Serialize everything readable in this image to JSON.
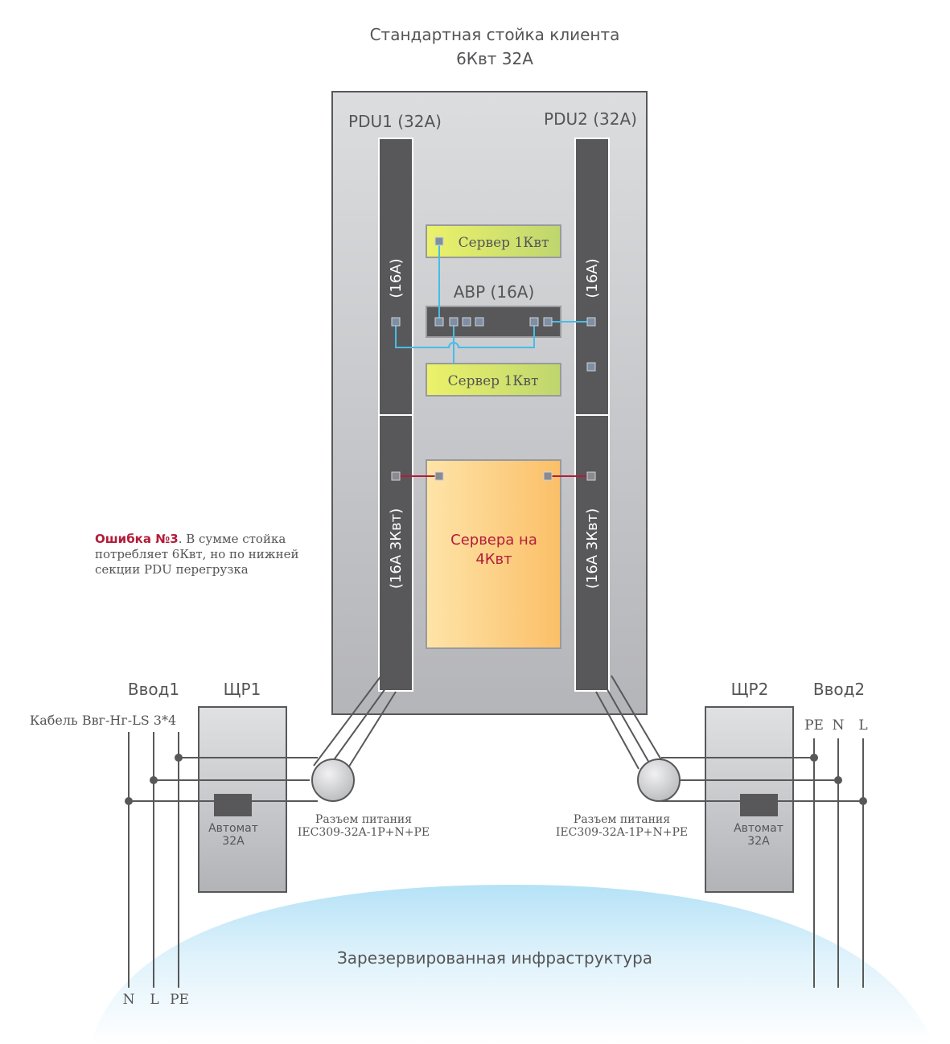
{
  "title": {
    "line1": "Стандартная стойка клиента",
    "line2": "6Квт 32А"
  },
  "pdu1_label": "PDU1 (32A)",
  "pdu2_label": "PDU2 (32A)",
  "pdu_upper_label": "(16A)",
  "pdu_lower_label": "(16А 3Квт)",
  "server_top": "Сервер 1Квт",
  "server_bottom": "Сервер 1Квт",
  "avr_label": "АВР (16А)",
  "servers_block": {
    "line1": "Сервера на",
    "line2": "4Квт"
  },
  "note": {
    "strong": "Ошибка №3",
    "text": ". В сумме стойка потребляет 6Квт, но по нижней секции PDU перегрузка"
  },
  "input1": {
    "label": "Ввод1",
    "panel": "ЩР1",
    "cable": "Кабель Ввг-Нг-LS 3*4",
    "wires": [
      "N",
      "L",
      "PE"
    ],
    "breaker": {
      "line1": "Автомат",
      "line2": "32А"
    },
    "connector": {
      "line1": "Разъем питания",
      "line2": "IEC309-32A-1P+N+PE"
    }
  },
  "input2": {
    "label": "Ввод2",
    "panel": "ЩР2",
    "wires": [
      "PE",
      "N",
      "L"
    ],
    "breaker": {
      "line1": "Автомат",
      "line2": "32А"
    },
    "connector": {
      "line1": "Разъем питания",
      "line2": "IEC309-32A-1P+N+PE"
    }
  },
  "infrastructure_label": "Зарезервированная инфраструктура",
  "colors": {
    "rack_gradient_top": "#d9dadc",
    "rack_gradient_bottom": "#b6b7bb",
    "pdu": "#58585a",
    "server_gradient_start": "#eaf06b",
    "server_gradient_end": "#c3d96e",
    "servers_block_start": "#fde1a2",
    "servers_block_end": "#fbc26d",
    "link_blue": "#46bde8",
    "link_red": "#b21d3a",
    "infra_sky": "#bfe6f8",
    "text": "#555558"
  }
}
